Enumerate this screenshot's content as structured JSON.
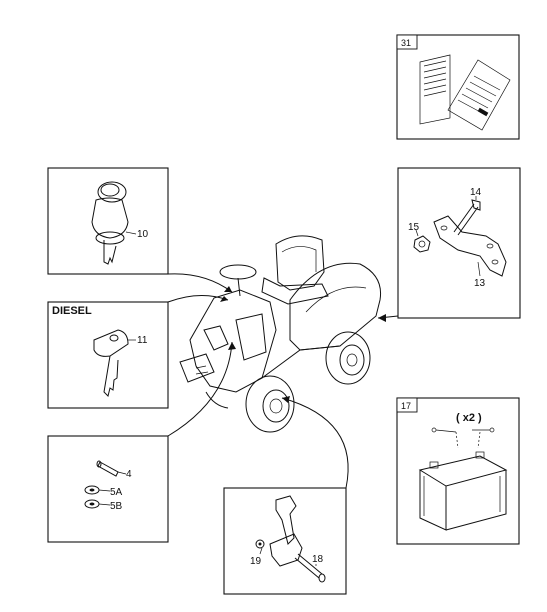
{
  "panels": {
    "manual": {
      "ref": "31"
    },
    "ignition_key": {
      "ref": "10"
    },
    "diesel_key": {
      "title": "DIESEL",
      "ref": "11"
    },
    "pins": {
      "refs": [
        "4",
        "5A",
        "5B"
      ]
    },
    "bracket": {
      "refs": [
        "14",
        "15",
        "13"
      ]
    },
    "battery": {
      "ref": "17",
      "qty": "( x2 )"
    },
    "pedal": {
      "refs": [
        "19",
        "18"
      ]
    }
  }
}
